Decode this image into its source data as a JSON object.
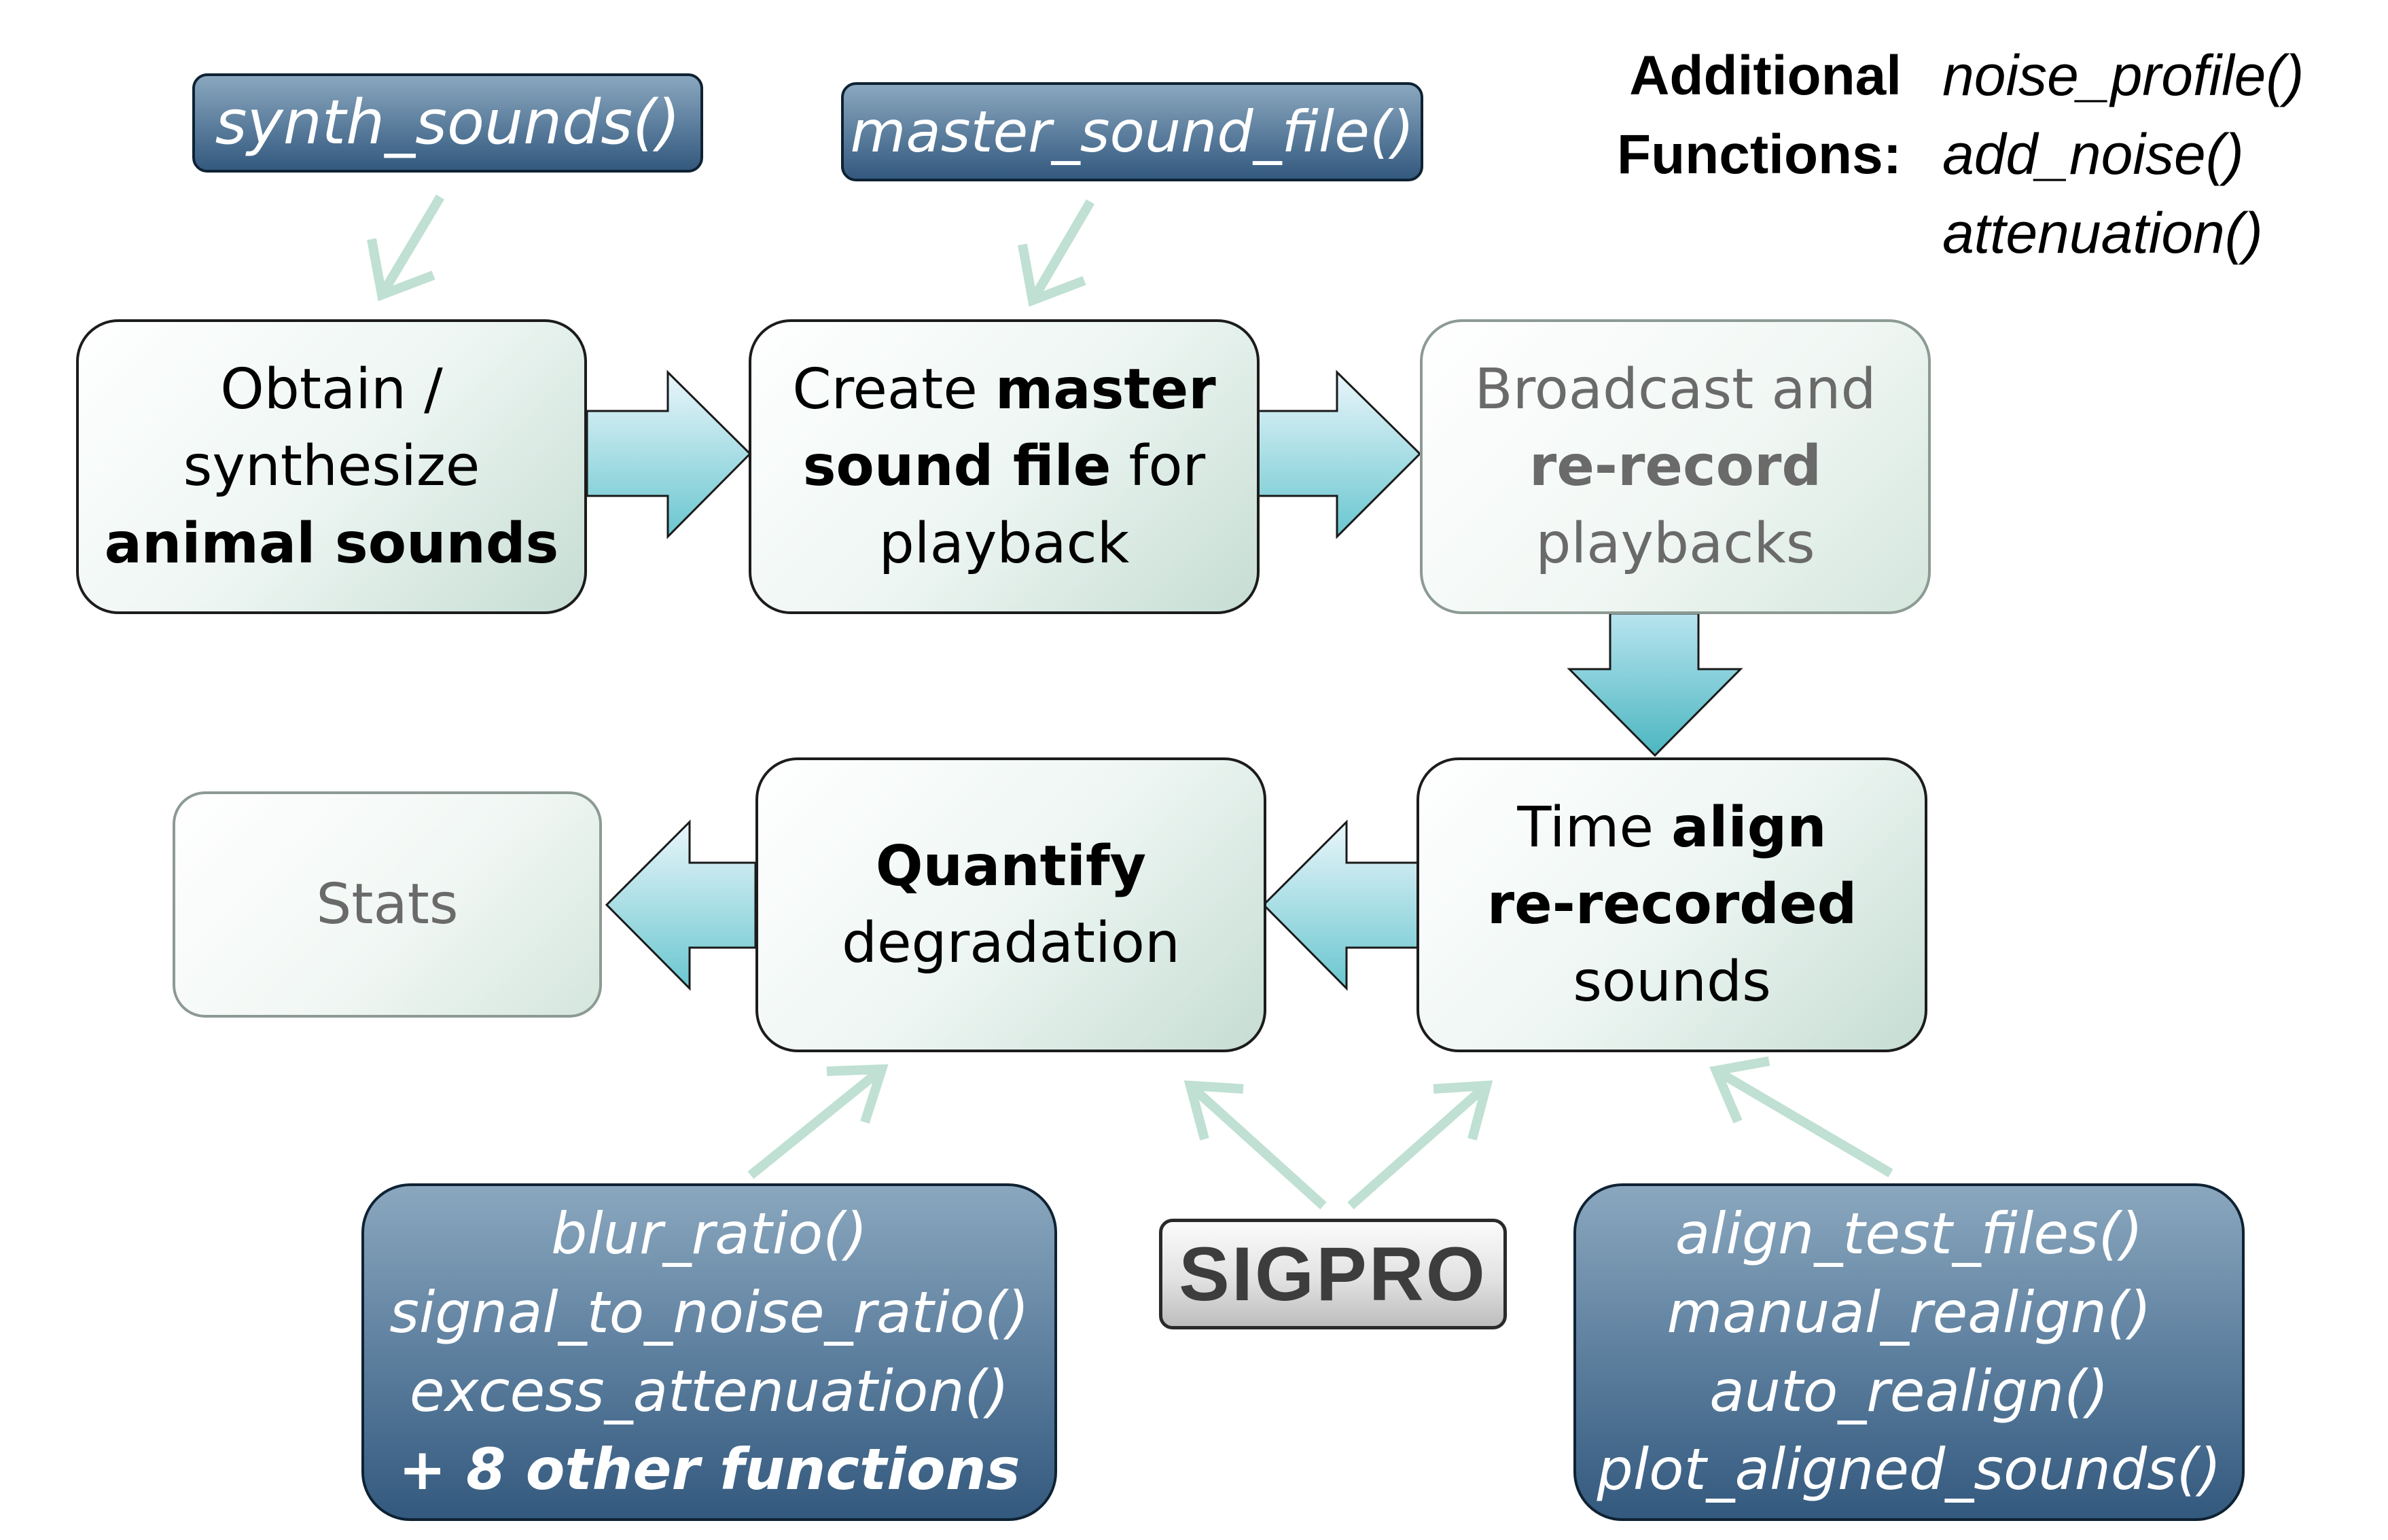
{
  "top_functions": {
    "synth": "synth_sounds()",
    "master": "master_sound_file()"
  },
  "additional": {
    "title_line1": "Additional",
    "title_line2": "Functions:",
    "items": [
      "noise_profile()",
      "add_noise()",
      "attenuation()"
    ]
  },
  "steps": {
    "obtain": {
      "l1": "Obtain /",
      "l2": "synthesize",
      "l3": "animal sounds"
    },
    "master": {
      "l1a": "Create ",
      "l1b": "master",
      "l2a": "sound file",
      "l2b": " for",
      "l3": "playback"
    },
    "broadcast": {
      "l1": "Broadcast and",
      "l2": "re-record",
      "l3": "playbacks"
    },
    "align": {
      "l1a": "Time ",
      "l1b": "align",
      "l2": "re-recorded",
      "l3": "sounds"
    },
    "quantify": {
      "l1": "Quantify",
      "l2": "degradation"
    },
    "stats": {
      "l1": "Stats"
    }
  },
  "sigpro_label": "SIGPRO",
  "quantify_functions": {
    "items": [
      "blur_ratio()",
      "signal_to_noise_ratio()",
      "excess_attenuation()"
    ],
    "more": "+ 8 other functions"
  },
  "align_functions": {
    "items": [
      "align_test_files()",
      "manual_realign()",
      "auto_realign()",
      "plot_aligned_sounds()"
    ]
  },
  "colors": {
    "step_border": "#1c1c1c",
    "step_fill_light": "#ffffff",
    "step_fill_dark": "#c6ddd3",
    "function_box_top": "#8aa7be",
    "function_box_bottom": "#33597e",
    "flow_arrow_light": "#e9f5fa",
    "flow_arrow_dark": "#5fc1ca",
    "pointer_arrow": "#bfe0d3"
  }
}
